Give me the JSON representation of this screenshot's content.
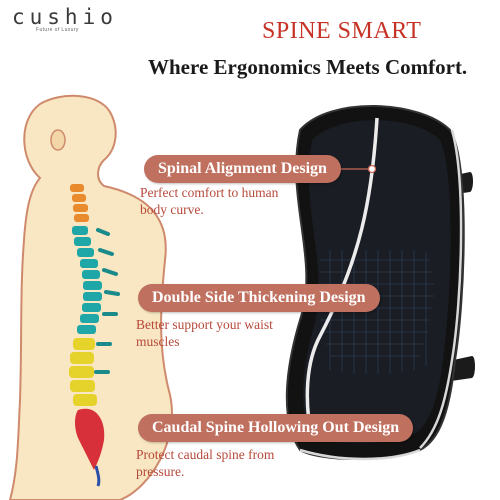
{
  "brand": {
    "name": "cushio",
    "tagline": "Future of Luxury"
  },
  "headline": "SPINE SMART",
  "subheadline": "Where Ergonomics Meets Comfort.",
  "features": [
    {
      "title": "Spinal Alignment Design",
      "description": "Perfect comfort to human body curve."
    },
    {
      "title": "Double Side Thickening Design",
      "description": "Better support your waist muscles"
    },
    {
      "title": "Caudal Spine Hollowing Out Design",
      "description": "Protect caudal spine from pressure."
    }
  ],
  "colors": {
    "accent": "#c73226",
    "pill": "#c0705f",
    "body": "#f8e7c2",
    "cushion": "#111111"
  }
}
